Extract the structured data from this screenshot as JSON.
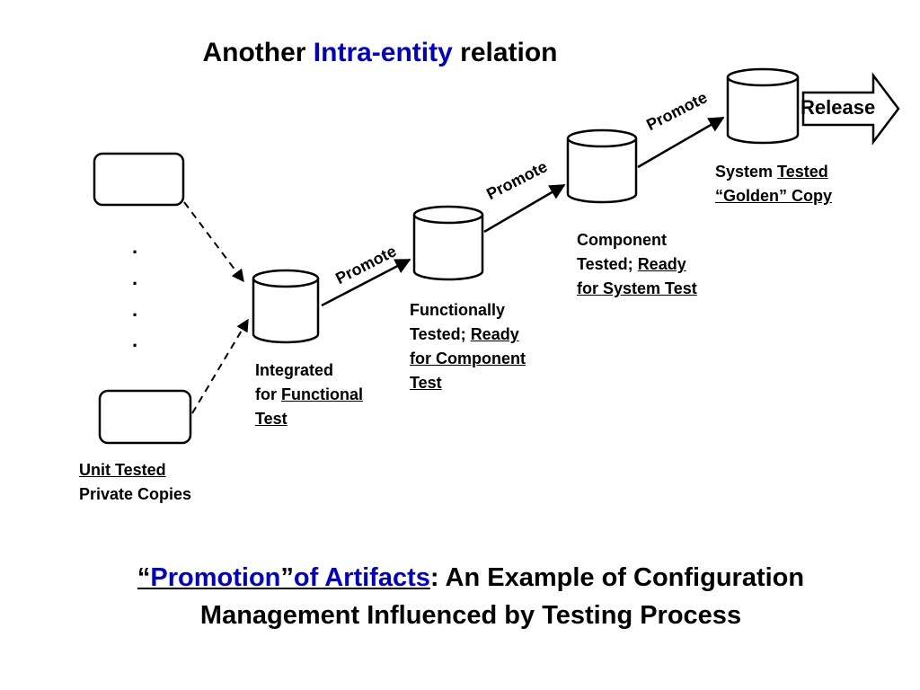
{
  "title": {
    "before": "Another ",
    "highlight": "Intra-entity",
    "after": " relation"
  },
  "stages": {
    "unit_tested": {
      "line1": "Unit Tested",
      "line2": "Private Copies"
    },
    "integrated": {
      "line1": "Integrated",
      "line2_plain": "for ",
      "line2_u": "Functional",
      "line3": "Test"
    },
    "functionally_tested": {
      "line1": "Functionally",
      "line2_plain": "Tested; ",
      "line2_u": "Ready",
      "line3": "for Component",
      "line4": "Test"
    },
    "component_tested": {
      "line1": "Component",
      "line2_plain": "Tested; ",
      "line2_u": "Ready",
      "line3": "for System Test"
    },
    "system_tested": {
      "line1_plain": "System ",
      "line1_u": "Tested",
      "line2": "“Golden” Copy"
    }
  },
  "promote_label": "Promote",
  "release_label": "Release",
  "ellipsis_dot": ".",
  "caption": {
    "q_open": "“",
    "promotion": "Promotion",
    "q_close": "”",
    "artifacts": "of Artifacts",
    "rest1": ": An Example of Configuration",
    "line2": "Management Influenced by Testing Process"
  },
  "colors": {
    "accent": "#0000cc",
    "stroke": "#000000"
  }
}
